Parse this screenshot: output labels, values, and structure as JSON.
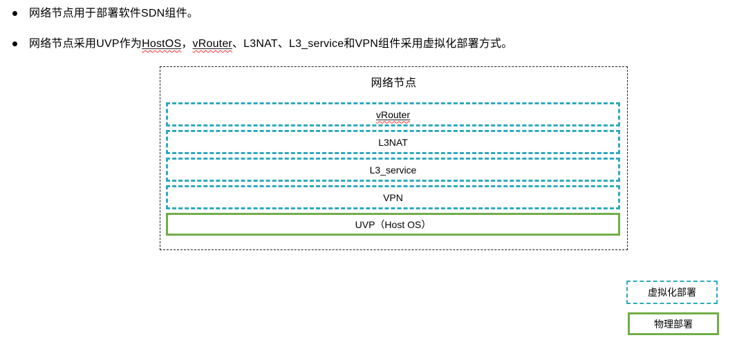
{
  "bullets": [
    {
      "segments": [
        {
          "text": "网络节点用于部署软件SDN组件。",
          "style": "plain"
        }
      ]
    },
    {
      "segments": [
        {
          "text": "网络节点采用UVP作为",
          "style": "plain"
        },
        {
          "text": "HostOS",
          "style": "underline-spellcheck"
        },
        {
          "text": "，",
          "style": "plain"
        },
        {
          "text": "vRouter",
          "style": "underline-spellcheck"
        },
        {
          "text": "、L3NAT、L3_service和VPN组件采用虚拟化部署方式。",
          "style": "plain"
        }
      ]
    }
  ],
  "diagram": {
    "title": "网络节点",
    "virtual_components": [
      "vRouter",
      "L3NAT",
      "L3_service",
      "VPN"
    ],
    "host_layer": "UVP（Host OS）"
  },
  "legend": {
    "virtualized_label": "虚拟化部署",
    "physical_label": "物理部署"
  },
  "colors": {
    "virtualized_border": "#2FA9BD",
    "physical_border": "#70AD47",
    "outer_border": "#1A1A1A",
    "spellcheck_red": "#FF2F2F"
  }
}
